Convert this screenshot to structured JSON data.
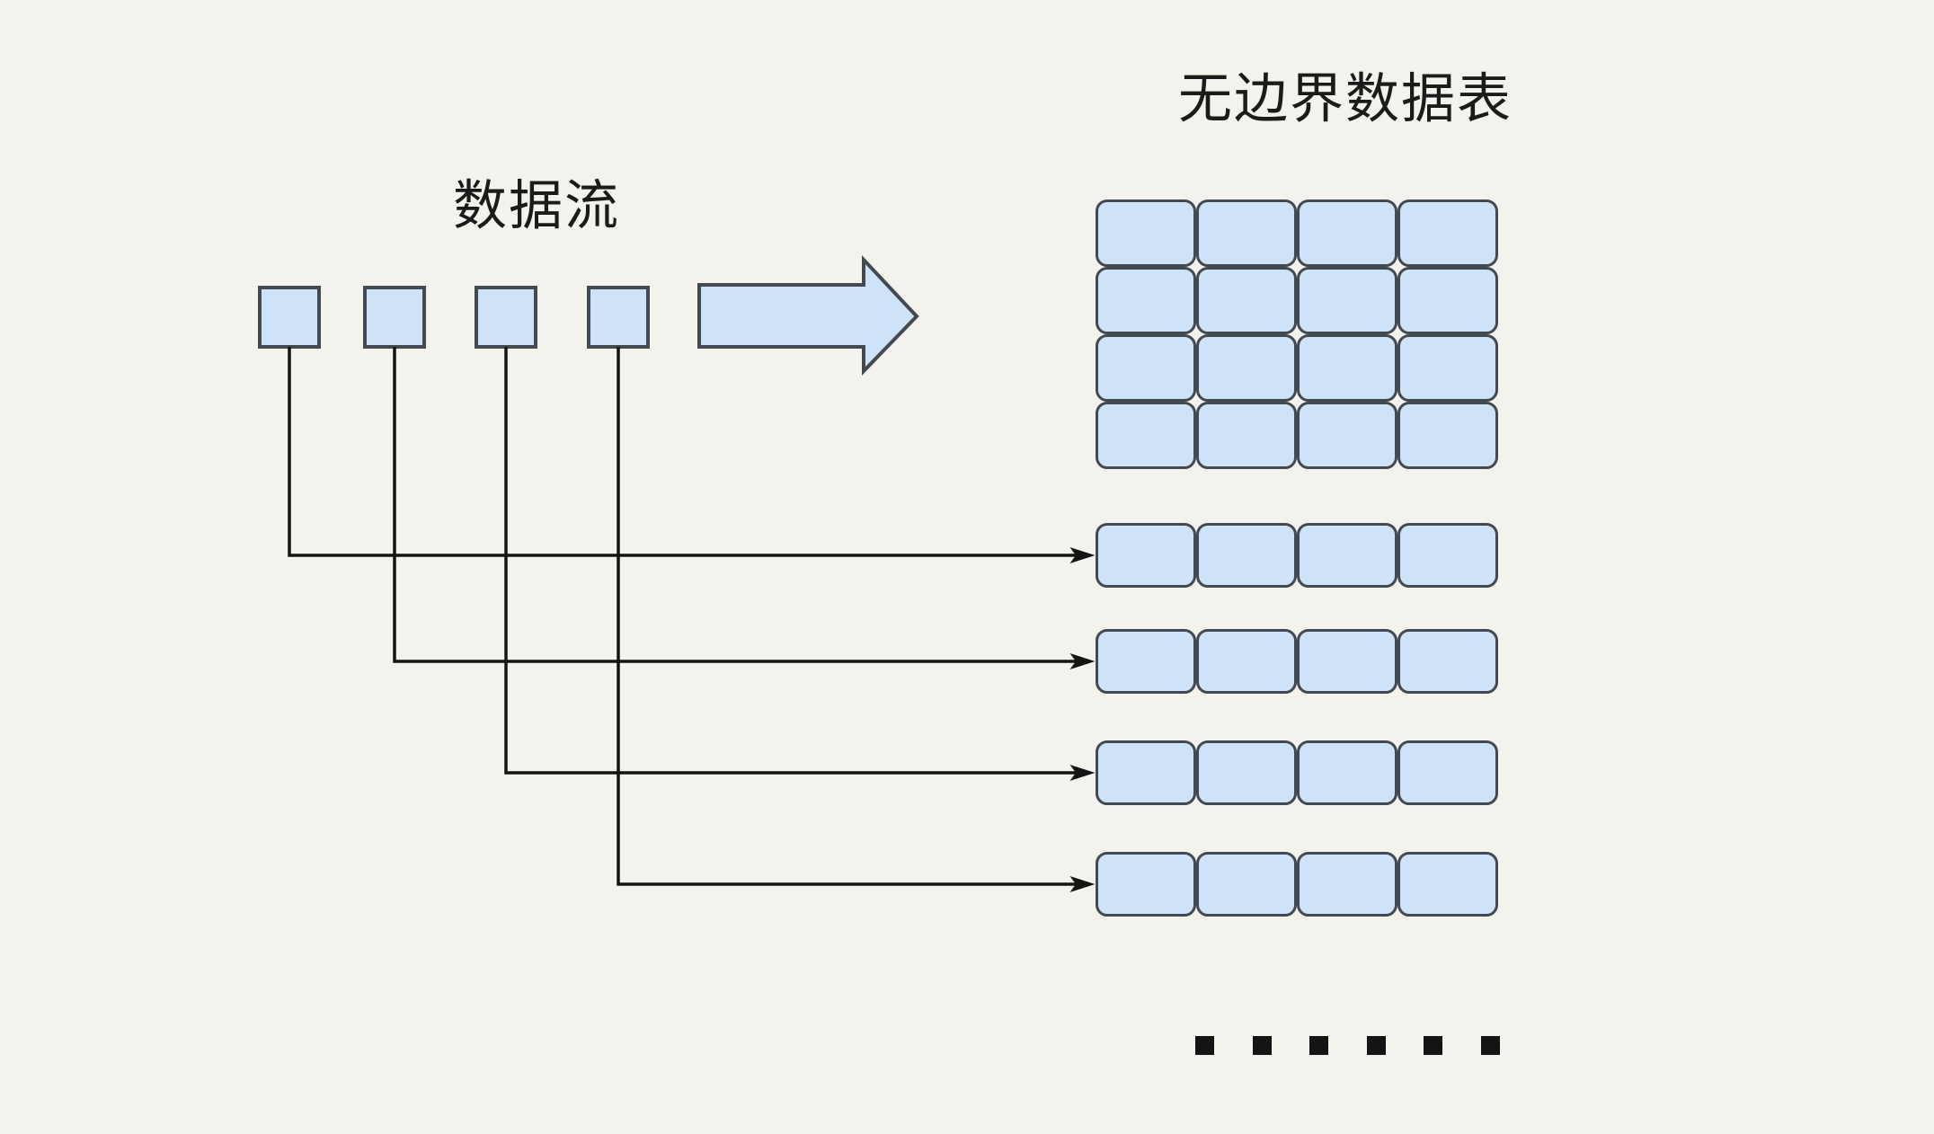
{
  "labels": {
    "stream": "数据流",
    "table": "无边界数据表"
  },
  "diagram": {
    "stream_square_count": 4,
    "grid": {
      "rows": 4,
      "cols": 4
    },
    "detached_rows": {
      "count": 4,
      "cols": 4
    },
    "connector_count": 4,
    "ellipsis_dot_count": 6,
    "flow_direction": "left-to-right"
  },
  "colors": {
    "background": "#f3f2ec",
    "shape_fill": "#cfe3f8",
    "shape_border": "#424950",
    "line": "#141414",
    "text": "#1b1b1b"
  }
}
